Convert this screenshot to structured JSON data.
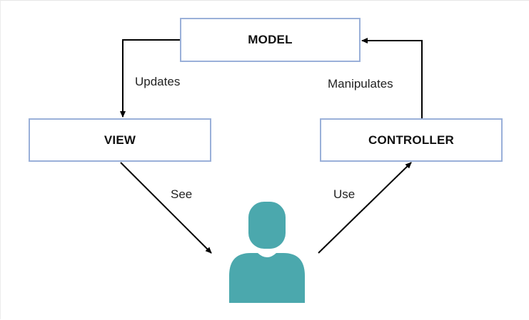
{
  "nodes": {
    "model": "MODEL",
    "view": "VIEW",
    "controller": "CONTROLLER"
  },
  "edges": {
    "updates": "Updates",
    "manipulates": "Manipulates",
    "see": "See",
    "use": "Use"
  },
  "icons": {
    "user": "user-icon"
  },
  "colors": {
    "box_border": "#9ab0d9",
    "user_fill": "#4ba8ad",
    "arrow": "#000000"
  }
}
